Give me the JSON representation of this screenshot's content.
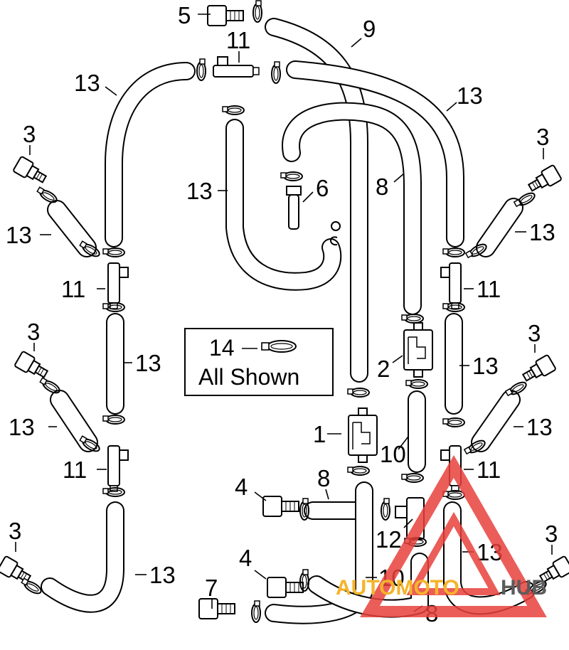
{
  "callouts": {
    "c5": "5",
    "c11_top": "11",
    "c9": "9",
    "c13_top_left": "13",
    "c13_top_right": "13",
    "c3_left_1": "3",
    "c3_right_1": "3",
    "c13_mid": "13",
    "c6": "6",
    "c8_mid": "8",
    "c13_left_1": "13",
    "c13_right_1": "13",
    "c11_left_1": "11",
    "c11_right_1": "11",
    "c3_left_2": "3",
    "c3_right_2": "3",
    "c13_col_left": "13",
    "c2": "2",
    "c13_col_right": "13",
    "c13_left_2": "13",
    "c13_right_2": "13",
    "c1": "1",
    "c10_top": "10",
    "c11_left_2": "11",
    "c11_right_2": "11",
    "c4_top": "4",
    "c8_bottom_mid": "8",
    "c3_left_3": "3",
    "c12": "12",
    "c13_bottom_right": "13",
    "c3_right_3": "3",
    "c13_bottom_left": "13",
    "c4_bottom": "4",
    "c10_bottom": "10",
    "c7": "7",
    "c8_bottom": "8"
  },
  "legend_box": {
    "number": "14",
    "label": "All Shown"
  },
  "watermark": {
    "text_prefix": "AUTOMOTO",
    "text_suffix": "HUB",
    "colors": {
      "triangle": "#e8413c",
      "prefix": "#f5b429",
      "suffix": "#5b5b5b"
    }
  }
}
